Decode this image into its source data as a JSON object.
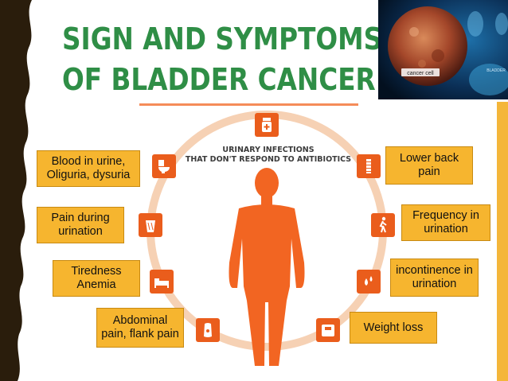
{
  "title": {
    "line1": "SIGN AND SYMPTOMS",
    "line2": "OF BLADDER CANCER"
  },
  "photo": {
    "cell_label": "cancer cell",
    "organ_label": "BLADDER"
  },
  "center": {
    "heading_line1": "URINARY INFECTIONS",
    "heading_line2": "THAT DON'T RESPOND TO ANTIBIOTICS"
  },
  "symptoms": {
    "blood": "Blood in urine, Oliguria, dysuria",
    "pain_urination": "Pain during urination",
    "tiredness": "Tiredness Anemia",
    "abdominal": "Abdominal pain, flank pain",
    "lower_back": "Lower back pain",
    "frequency": "Frequency in urination",
    "incontinence": "incontinence in urination",
    "weight_loss": "Weight loss"
  },
  "colors": {
    "title_green": "#2f8e46",
    "box_orange": "#f6b52f",
    "icon_orange": "#ea5d1c",
    "ring_orange": "#f6d1b4",
    "figure_orange": "#f26522",
    "right_bar": "#f4b63a",
    "left_edge": "#2a1d0c"
  },
  "icons": {
    "top": "medicine-bottle-icon",
    "blood": "toilet-icon",
    "pain_urination": "trash-bin-icon",
    "tiredness": "bed-icon",
    "abdominal": "abdomen-icon",
    "lower_back": "spine-icon",
    "frequency": "walking-man-icon",
    "incontinence": "droplets-icon",
    "weight_loss": "scale-icon"
  }
}
